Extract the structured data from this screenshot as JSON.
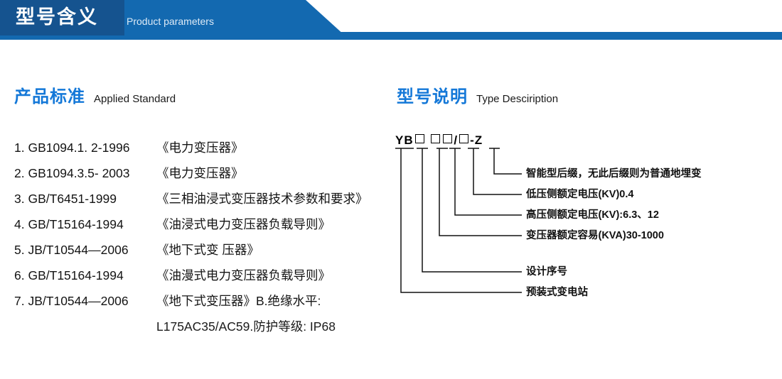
{
  "banner": {
    "title": "型号含义",
    "subtitle": "Product parameters",
    "block_color": "#15538f",
    "angle_color": "#1369b0"
  },
  "sections": {
    "left": {
      "cn": "产品标准",
      "en": "Applied Standard",
      "accent": "#1478d8"
    },
    "right": {
      "cn": "型号说明",
      "en": "Type Desciription",
      "accent": "#1478d8"
    }
  },
  "standards": [
    {
      "index": "1.",
      "code": "GB1094.1. 2-1996",
      "name": "《电力变压器》"
    },
    {
      "index": "2.",
      "code": "GB1094.3.5- 2003",
      "name": "《电力变压器》"
    },
    {
      "index": "3.",
      "code": "GB/T6451-1999",
      "name": "《三相油浸式变压器技术参数和要求》"
    },
    {
      "index": "4.",
      "code": "GB/T15164-1994",
      "name": "《油浸式电力变压器负载导则》"
    },
    {
      "index": "5.",
      "code": "JB/T10544—2006",
      "name": "《地下式变 压器》"
    },
    {
      "index": "6.",
      "code": "GB/T15164-1994",
      "name": "《油漫式电力变压器负载导则》"
    },
    {
      "index": "7.",
      "code": "JB/T10544—2006",
      "name": "《地下式变压器》B.绝缘水平:",
      "continuation": "L175AC35/AC59.防护等级: IP68"
    }
  ],
  "model_code": {
    "prefix": "YB",
    "slash": "/",
    "dash": "-",
    "suffix": "Z",
    "boxes": 4,
    "labels": [
      "智能型后缀，无此后缀则为普通地埋变",
      "低压侧额定电压(KV)0.4",
      "高压侧额定电压(KV):6.3、12",
      "变压器额定容易(KVA)30-1000",
      "设计序号",
      "预装式变电站"
    ]
  }
}
